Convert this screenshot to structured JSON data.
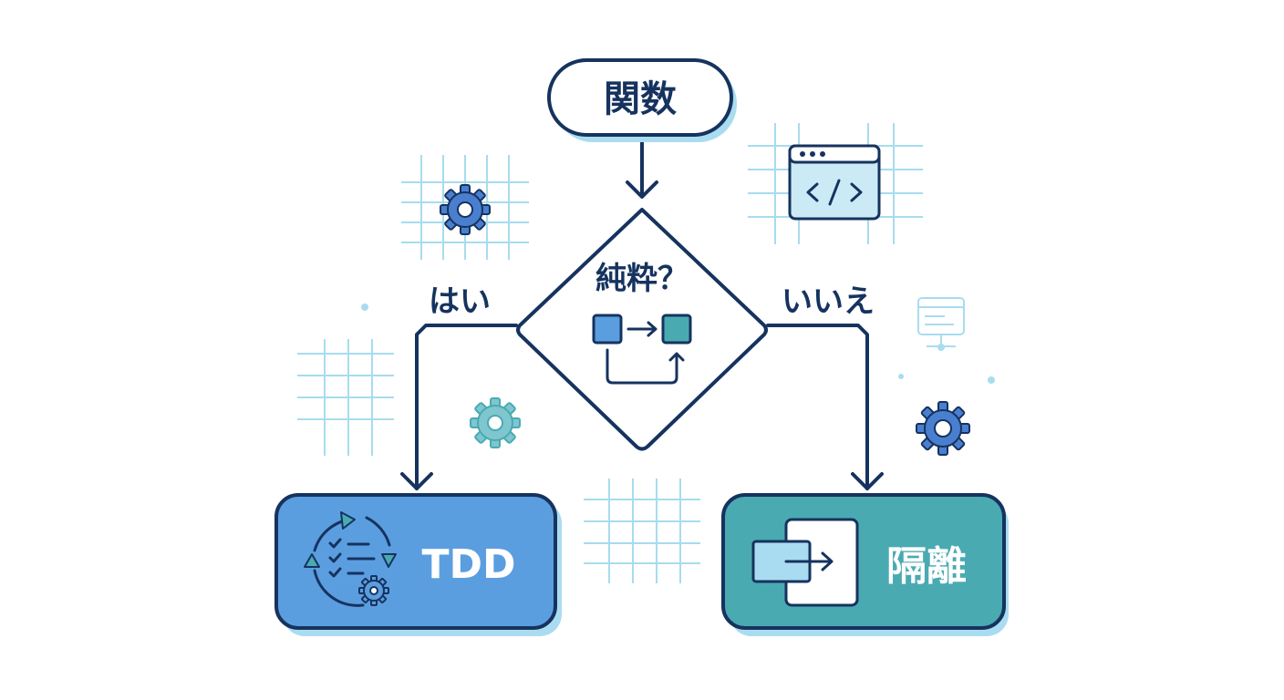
{
  "diagram": {
    "start_node": {
      "label": "関数"
    },
    "decision_node": {
      "label": "純粋？"
    },
    "yes_branch": {
      "label": "はい"
    },
    "no_branch": {
      "label": "いいえ"
    },
    "yes_result": {
      "label": "TDD"
    },
    "no_result": {
      "label": "隔離"
    }
  },
  "icons": [
    "gear-icon",
    "code-window-icon",
    "pure-function-icon",
    "tdd-cycle-icon",
    "isolation-icon",
    "server-icon"
  ],
  "colors": {
    "outline": "#16335f",
    "primary_blue": "#5b9ee0",
    "teal": "#4aaab2",
    "light_blue": "#a9dcf0",
    "grid": "#a7dcee",
    "text_dark": "#16335f",
    "text_light": "#ffffff"
  }
}
